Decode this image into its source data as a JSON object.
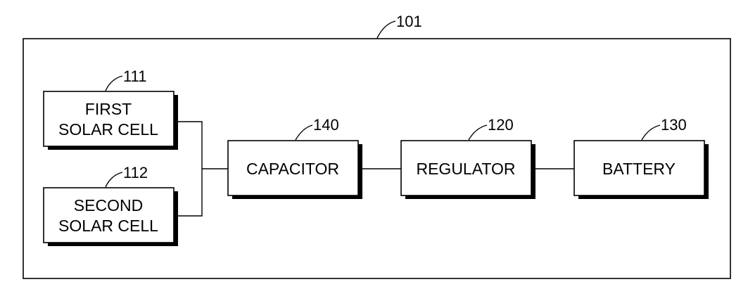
{
  "container": {
    "ref": "101"
  },
  "blocks": {
    "first_solar_cell": {
      "lines": [
        "FIRST",
        "SOLAR CELL"
      ],
      "ref": "111"
    },
    "second_solar_cell": {
      "lines": [
        "SECOND",
        "SOLAR CELL"
      ],
      "ref": "112"
    },
    "capacitor": {
      "label": "CAPACITOR",
      "ref": "140"
    },
    "regulator": {
      "label": "REGULATOR",
      "ref": "120"
    },
    "battery": {
      "label": "BATTERY",
      "ref": "130"
    }
  }
}
